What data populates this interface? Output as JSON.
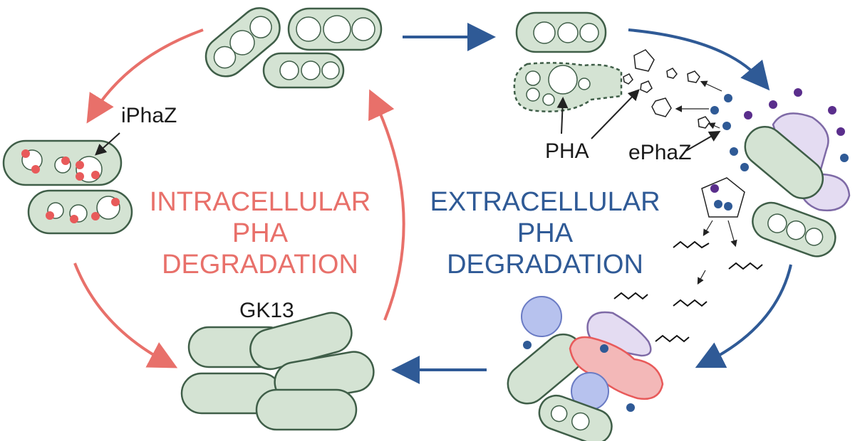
{
  "labels": {
    "iphaz": "iPhaZ",
    "pha": "PHA",
    "ephaz": "ePhaZ",
    "gk13": "GK13"
  },
  "titles": {
    "intracellular_line1": "INTRACELLULAR",
    "intracellular_line2": "PHA DEGRADATION",
    "extracellular_line1": "EXTRACELLULAR",
    "extracellular_line2": "PHA DEGRADATION"
  },
  "colors": {
    "cell_fill": "#d4e3d3",
    "cell_stroke": "#3f5e48",
    "intracellular": "#e8706a",
    "extracellular": "#2f5a96",
    "enzyme_intra": "#e85a5a",
    "enzyme_extra": "#2f5a96",
    "enzyme_purple": "#5a2e8c",
    "purple_cell": "#e4dcf2",
    "pink_cell": "#f3b8b8",
    "blue_sphere": "#b7c2ee"
  }
}
